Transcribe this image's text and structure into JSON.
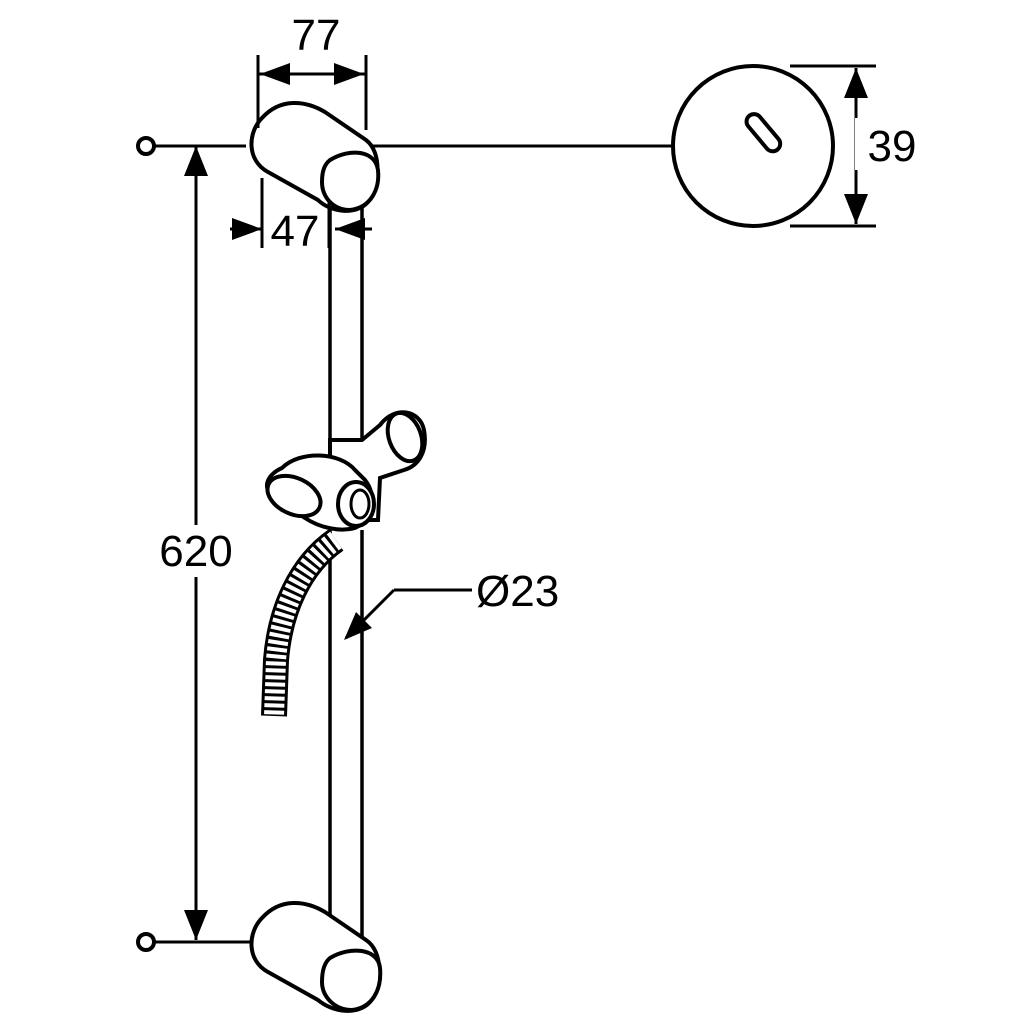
{
  "dimensions": {
    "clamp_width": "77",
    "wall_offset": "47",
    "rail_length": "620",
    "rail_diameter": "Ø23",
    "rosette_diameter": "39"
  },
  "colors": {
    "line": "#000000",
    "background": "#ffffff"
  }
}
